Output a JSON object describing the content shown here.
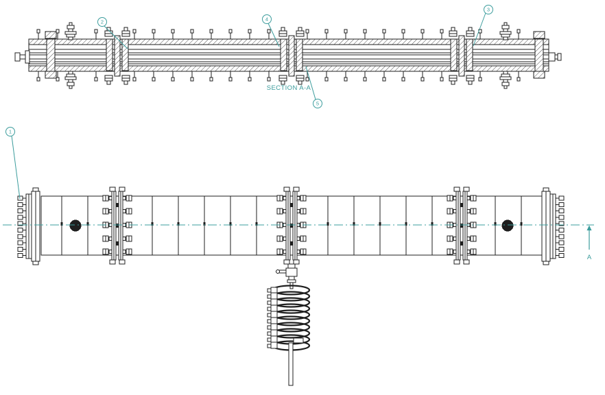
{
  "drawing": {
    "section_label": "SECTION A-A",
    "section_arrow_label": "A",
    "balloons": [
      {
        "label": "2"
      },
      {
        "label": "4"
      },
      {
        "label": "3"
      },
      {
        "label": "5"
      },
      {
        "label": "1"
      }
    ],
    "colors": {
      "accent_teal": "#3B9C9C",
      "line": "#1f1f1f",
      "background": "#ffffff"
    }
  }
}
